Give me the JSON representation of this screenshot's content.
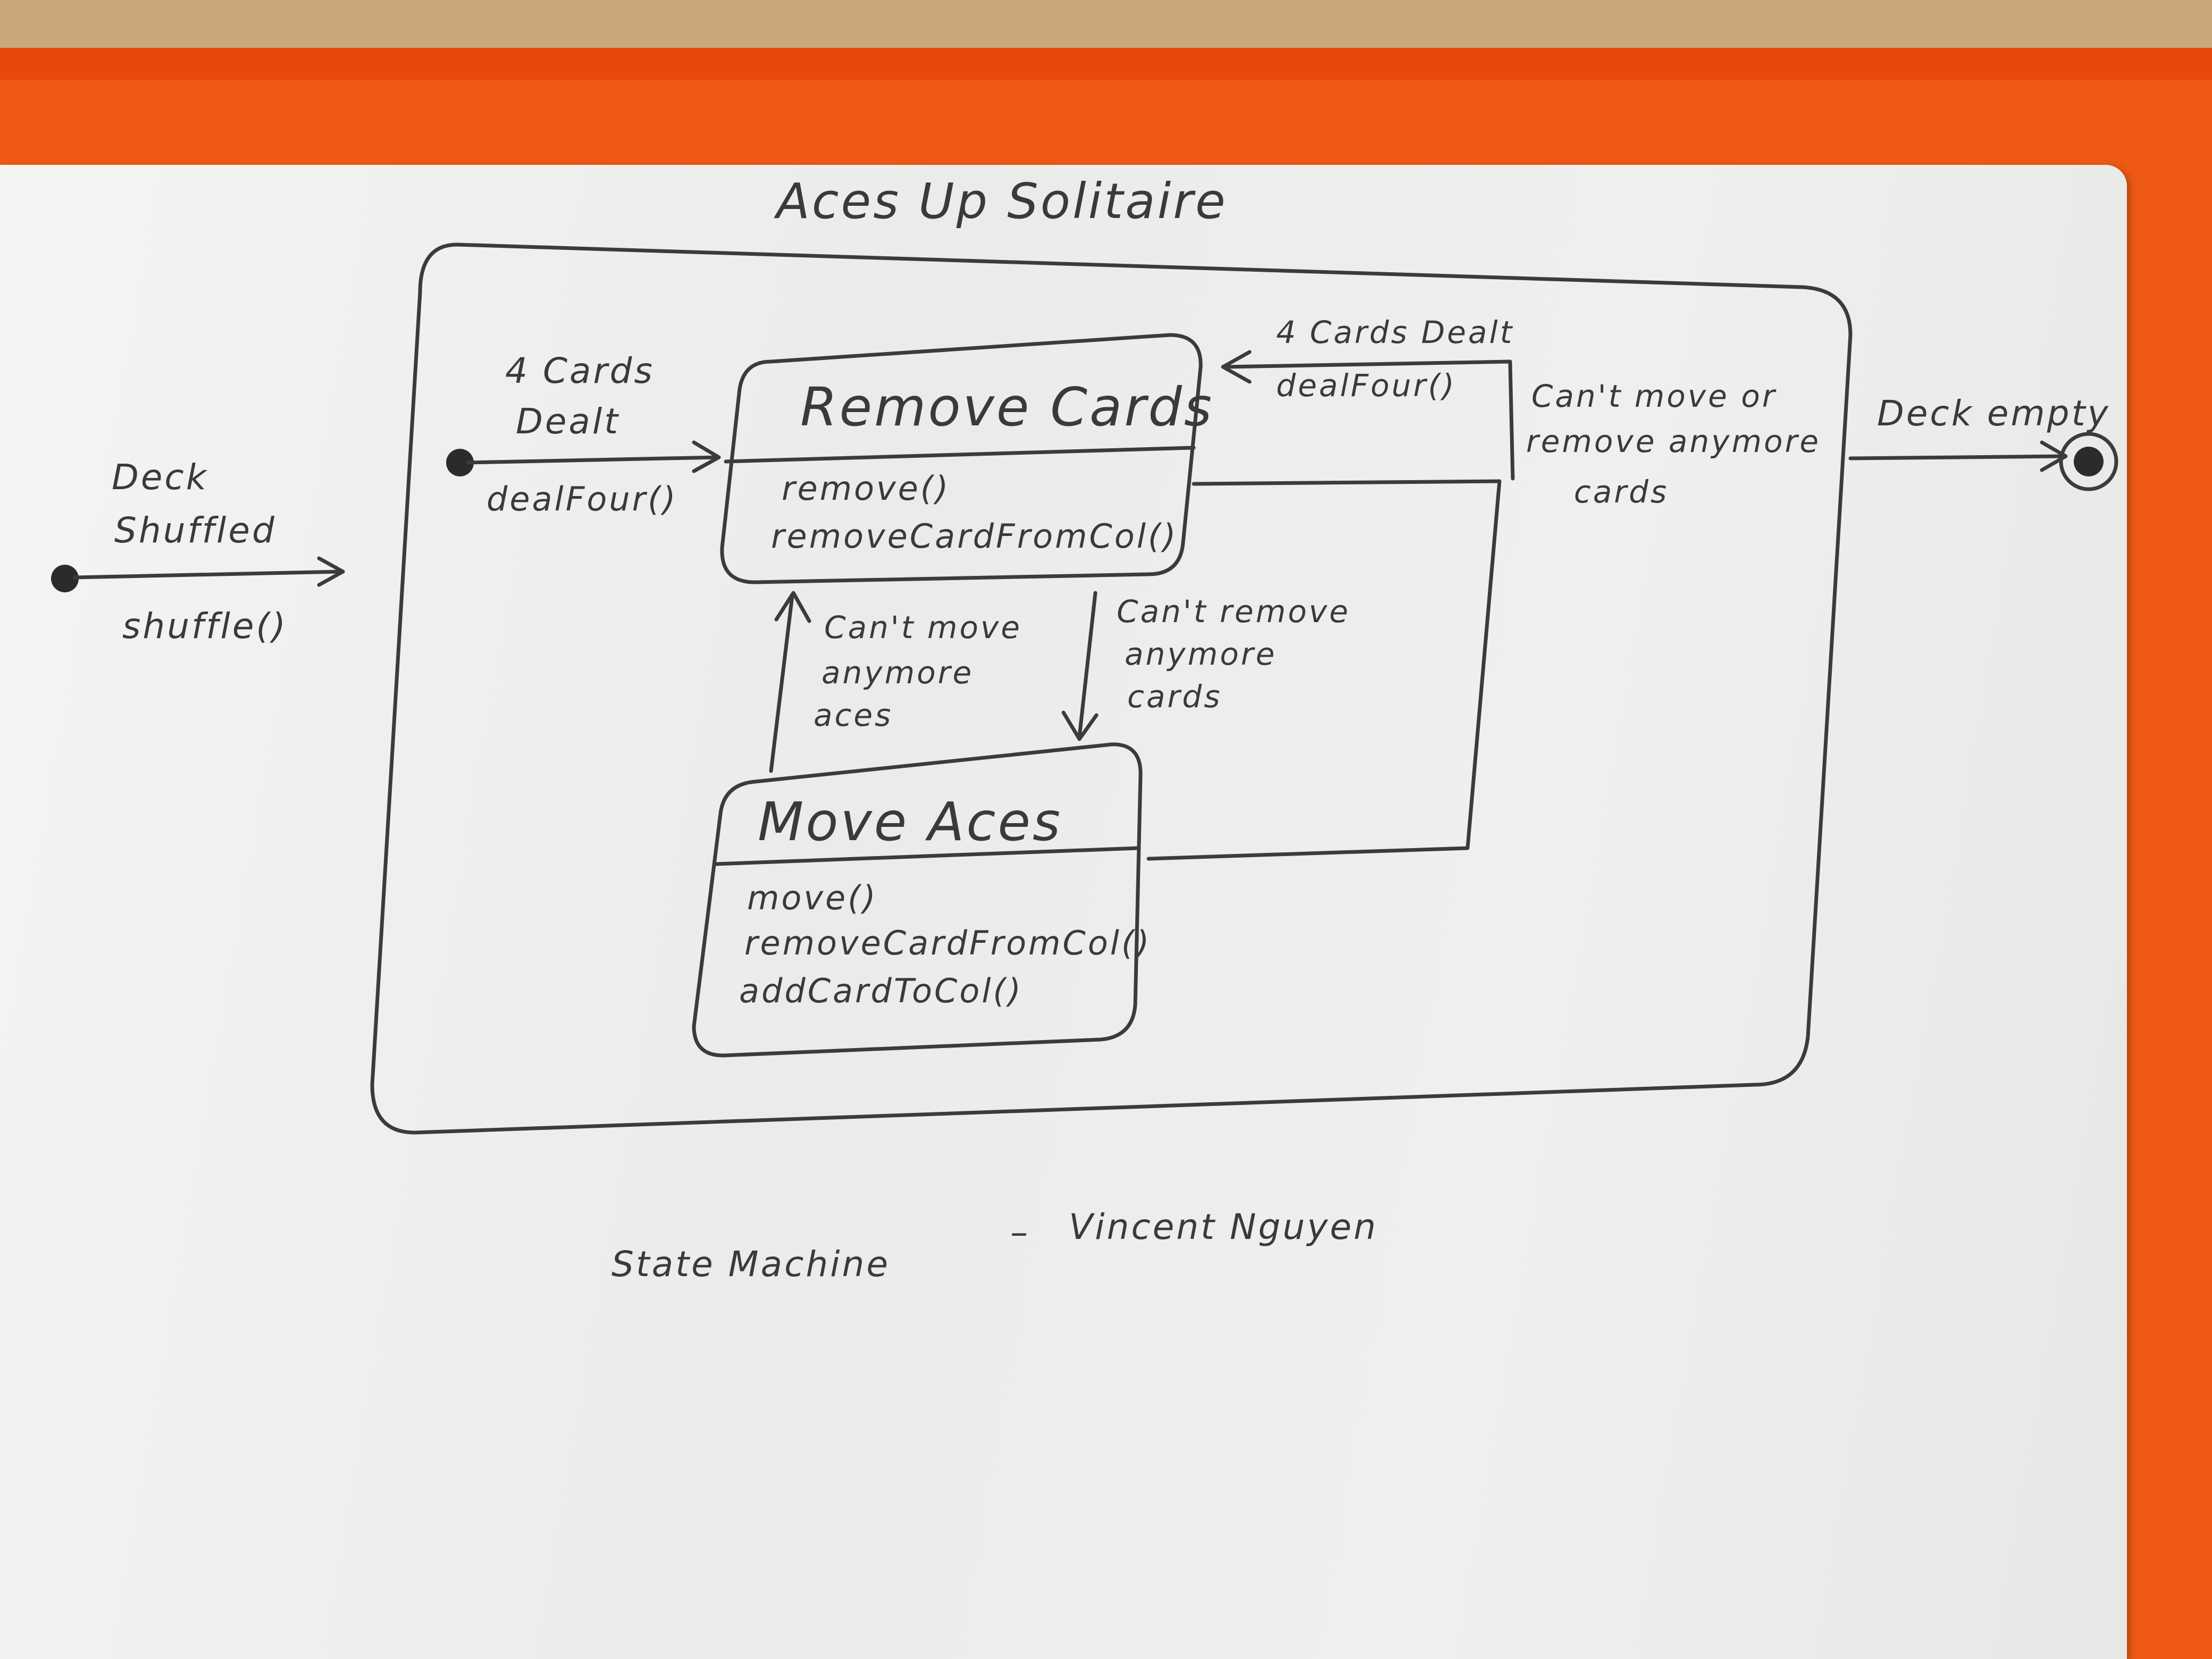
{
  "diagram": {
    "title": "Aces Up Solitaire",
    "footer": {
      "caption": "State Machine",
      "dash": "–",
      "author": "Vincent Nguyen"
    },
    "initial_outer": {
      "event_line1": "Deck",
      "event_line2": "Shuffled",
      "action": "shuffle()"
    },
    "initial_inner": {
      "event_line1": "4 Cards",
      "event_line2": "Dealt",
      "action": "dealFour()"
    },
    "states": {
      "remove_cards": {
        "name": "Remove Cards",
        "actions": [
          "remove()",
          "removeCardFromCol()"
        ]
      },
      "move_aces": {
        "name": "Move Aces",
        "actions": [
          "move()",
          "removeCardFromCol()",
          "addCardToCol()"
        ]
      }
    },
    "transitions": {
      "to_move_aces": [
        "Can't remove",
        "anymore",
        "cards"
      ],
      "to_remove_cards": [
        "Can't move",
        "anymore",
        "aces"
      ],
      "loop_event": "4 Cards Dealt",
      "loop_action": "dealFour()",
      "loop_guard": [
        "Can't move or",
        "remove anymore",
        "cards"
      ],
      "final_event": "Deck empty"
    }
  }
}
